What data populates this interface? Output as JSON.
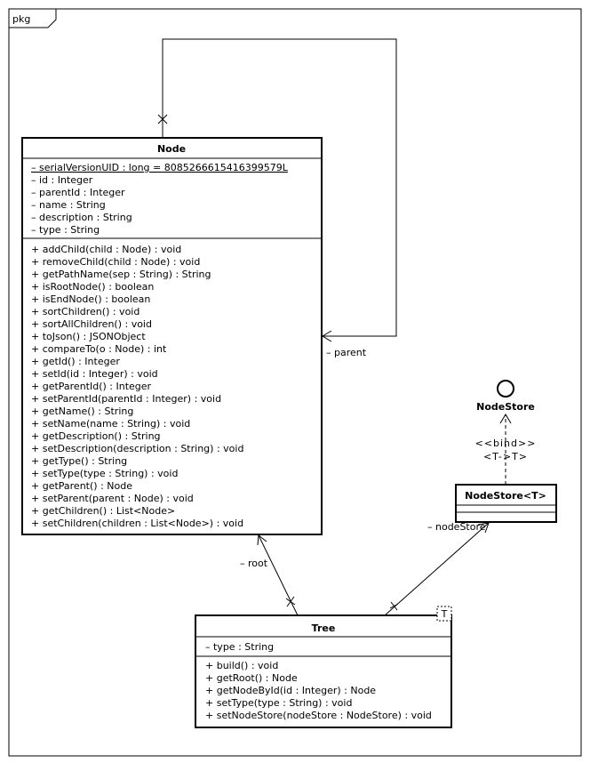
{
  "package": {
    "label": "pkg"
  },
  "classes": {
    "node": {
      "name": "Node",
      "attributes": [
        "– serialVersionUID : long = 8085266615416399579L",
        "– id : Integer",
        "– parentId : Integer",
        "– name : String",
        "– description : String",
        "– type : String"
      ],
      "operations": [
        "+ addChild(child : Node) : void",
        "+ removeChild(child : Node) : void",
        "+ getPathName(sep : String) : String",
        "+ isRootNode() : boolean",
        "+ isEndNode() : boolean",
        "+ sortChildren() : void",
        "+ sortAllChildren() : void",
        "+ toJson() : JSONObject",
        "+ compareTo(o : Node) : int",
        "+ getId() : Integer",
        "+ setId(id : Integer) : void",
        "+ getParentId() : Integer",
        "+ setParentId(parentId : Integer) : void",
        "+ getName() : String",
        "+ setName(name : String) : void",
        "+ getDescription() : String",
        "+ setDescription(description : String) : void",
        "+ getType() : String",
        "+ setType(type : String) : void",
        "+ getParent() : Node",
        "+ setParent(parent : Node) : void",
        "+ getChildren() : List<Node>",
        "+ setChildren(children : List<Node>) : void"
      ]
    },
    "tree": {
      "name": "Tree",
      "template_param": "T",
      "attributes": [
        "– type : String"
      ],
      "operations": [
        "+ build() : void",
        "+ getRoot() : Node",
        "+ getNodeById(id : Integer) : Node",
        "+ setType(type : String) : void",
        "+ setNodeStore(nodeStore : NodeStore) : void"
      ]
    },
    "nodestore_bound": {
      "name": "NodeStore<T>"
    }
  },
  "interface": {
    "name": "NodeStore"
  },
  "binding": {
    "stereotype": "<<bind>>",
    "param": "<T->T>"
  },
  "associations": {
    "parent_label": "– parent",
    "root_label": "– root",
    "nodestore_label": "– nodeStore"
  }
}
